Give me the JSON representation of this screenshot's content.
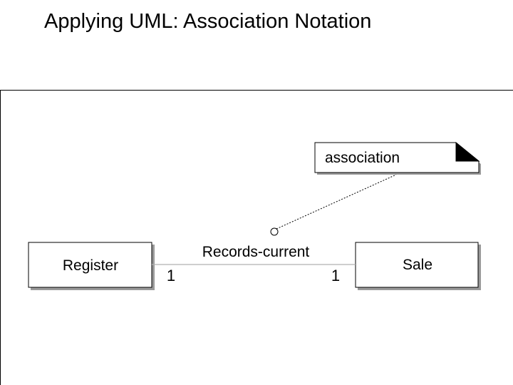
{
  "slide": {
    "title": "Applying UML: Association Notation"
  },
  "diagram": {
    "note_text": "association",
    "classes": {
      "left": "Register",
      "right": "Sale"
    },
    "association": {
      "name": "Records-current",
      "left_multiplicity": "1",
      "right_multiplicity": "1"
    },
    "colors": {
      "stroke": "#000000",
      "shadow": "#808080",
      "fill": "#ffffff"
    }
  }
}
